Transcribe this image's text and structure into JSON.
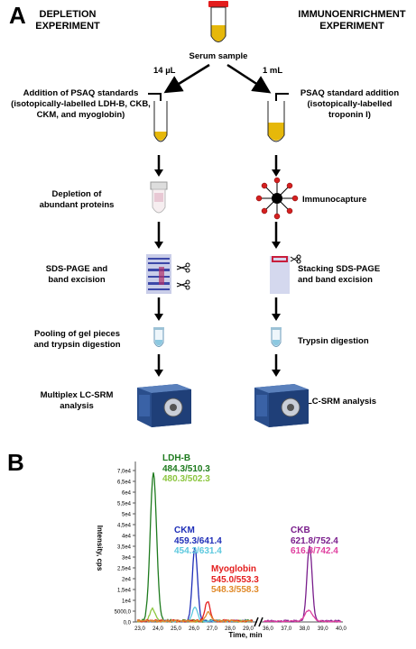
{
  "panel_a": {
    "letter": "A",
    "left_header": [
      "DEPLETION",
      "EXPERIMENT"
    ],
    "right_header": [
      "IMMUNOENRICHMENT",
      "EXPERIMENT"
    ],
    "sample_label": "Serum sample",
    "left_volume": "14 µL",
    "right_volume": "1 mL",
    "left_steps": [
      "Addition of PSAQ standards\n(isotopically-labelled LDH-B, CKB,\nCKM, and myoglobin)",
      "Depletion of\nabundant proteins",
      "SDS-PAGE and\nband excision",
      "Pooling of gel pieces\nand trypsin digestion",
      "Multiplex LC-SRM\nanalysis"
    ],
    "right_steps": [
      "PSAQ standard addition\n(isotopically-labelled\ntroponin I)",
      "Immunocapture",
      "Stacking SDS-PAGE\nand band excision",
      "Trypsin digestion",
      "LC-SRM analysis"
    ]
  },
  "panel_b": {
    "letter": "B",
    "ylabel": "Intensity, cps",
    "xlabel": "Time, min",
    "y_ticks": [
      "0,0",
      "5000,0",
      "1e4",
      "1,5e4",
      "2e4",
      "2,5e4",
      "3e4",
      "3,5e4",
      "4e4",
      "4,5e4",
      "5e4",
      "5,5e4",
      "6e4",
      "6,5e4",
      "7,0e4"
    ],
    "x_ticks_left": [
      "23,0",
      "24,0",
      "25,0",
      "26,0",
      "27,0",
      "28,0",
      "29,0"
    ],
    "x_ticks_right": [
      "36,0",
      "37,0",
      "38,0",
      "39,0",
      "40,0"
    ],
    "labels": [
      {
        "name": "LDH-B",
        "color": "#1e7b1e",
        "transitions": [
          {
            "text": "484.3/510.3",
            "color": "#1e7b1e"
          },
          {
            "text": "480.3/502.3",
            "color": "#8cc63f"
          }
        ]
      },
      {
        "name": "CKM",
        "color": "#1f2fb8",
        "transitions": [
          {
            "text": "459.3/641.4",
            "color": "#1f2fb8"
          },
          {
            "text": "454.3/631.4",
            "color": "#5bc8de"
          }
        ]
      },
      {
        "name": "Myoglobin",
        "color": "#e41e1e",
        "transitions": [
          {
            "text": "545.0/553.3",
            "color": "#e41e1e"
          },
          {
            "text": "548.3/558.3",
            "color": "#e08a2a"
          }
        ]
      },
      {
        "name": "CKB",
        "color": "#7a1e8c",
        "transitions": [
          {
            "text": "621.8/752.4",
            "color": "#7a1e8c"
          },
          {
            "text": "616.8/742.4",
            "color": "#e040a0"
          }
        ]
      }
    ]
  }
}
